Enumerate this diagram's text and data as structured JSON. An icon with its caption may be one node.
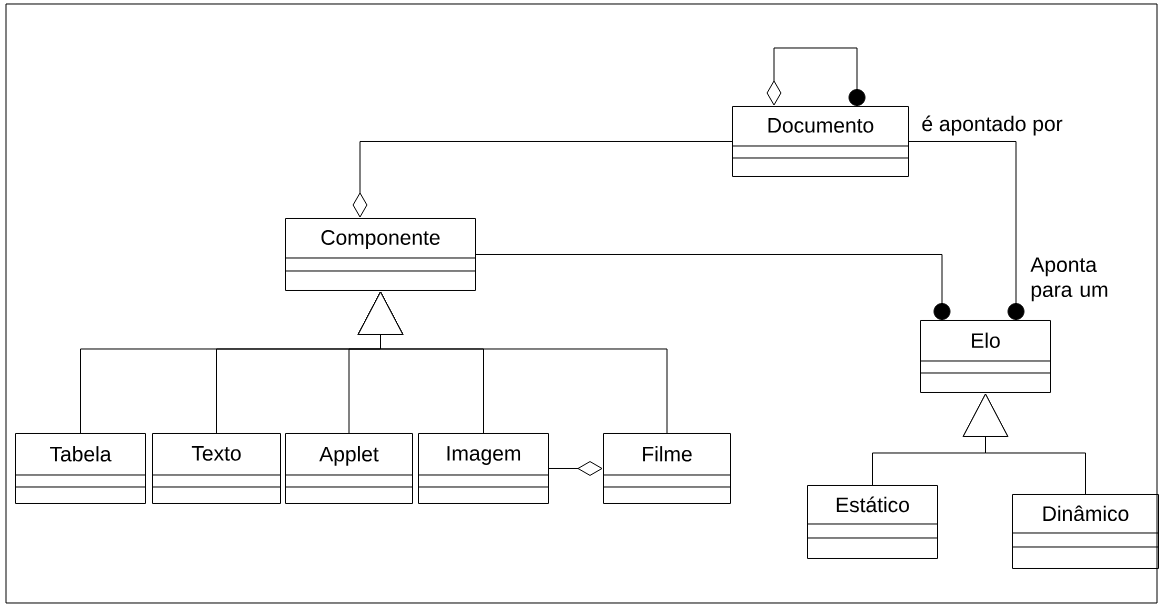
{
  "diagram": {
    "nodes": [
      {
        "text": [
          "Documento"
        ]
      },
      {
        "text": [
          "Componente"
        ]
      },
      {
        "text": [
          "Elo"
        ]
      },
      {
        "text": [
          "Tabela"
        ]
      },
      {
        "text": [
          "Texto"
        ]
      },
      {
        "text": [
          "Applet"
        ]
      },
      {
        "text": [
          "Imagem"
        ]
      },
      {
        "text": [
          "Filme"
        ]
      },
      {
        "text": [
          "Estático"
        ]
      },
      {
        "text": [
          "Dinâmico"
        ]
      }
    ],
    "edges": [
      {
        "from": 0,
        "to": 0,
        "arrow": "other"
      },
      {
        "from": 0,
        "to": 1,
        "arrow": "other"
      },
      {
        "from": 1,
        "to": 2,
        "arrow": "other"
      },
      {
        "from": 0,
        "to": 2,
        "arrow": "other",
        "label": "é apontado por"
      },
      {
        "from": 3,
        "to": 1,
        "arrow": "to"
      },
      {
        "from": 4,
        "to": 1,
        "arrow": "to"
      },
      {
        "from": 5,
        "to": 1,
        "arrow": "to"
      },
      {
        "from": 6,
        "to": 1,
        "arrow": "to"
      },
      {
        "from": 7,
        "to": 1,
        "arrow": "to"
      },
      {
        "from": 6,
        "to": 7,
        "arrow": "other"
      },
      {
        "from": 8,
        "to": 2,
        "arrow": "to"
      },
      {
        "from": 9,
        "to": 2,
        "arrow": "to"
      }
    ],
    "labels": [
      "Aponta para um"
    ]
  }
}
